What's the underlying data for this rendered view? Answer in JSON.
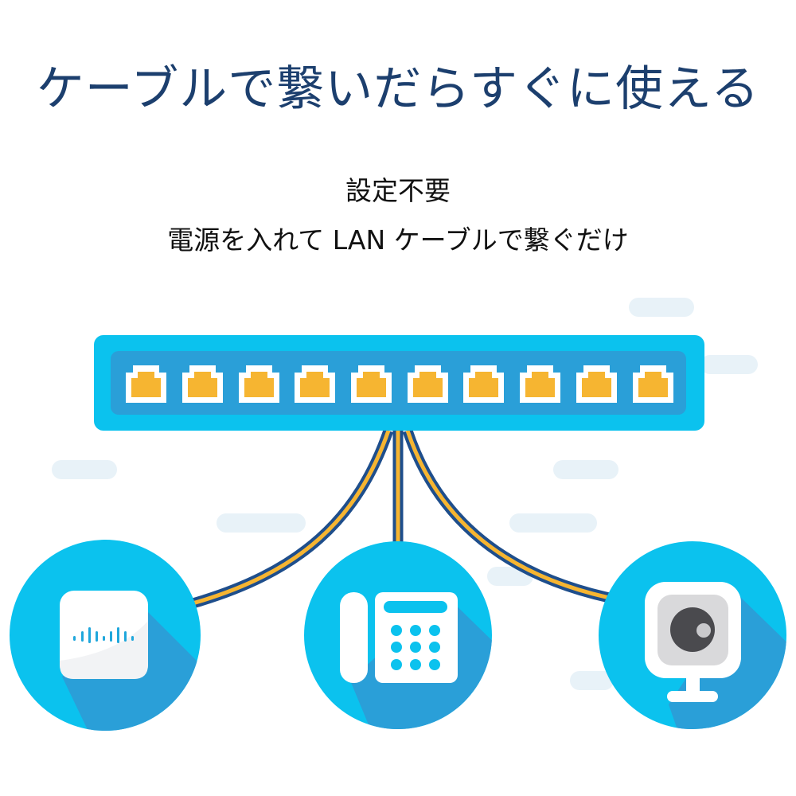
{
  "header": {
    "title": "ケーブルで繋いだらすぐに使える"
  },
  "subtitle": {
    "line1": "設定不要",
    "line2": "電源を入れて LAN ケーブルで繋ぐだけ"
  },
  "illustration": {
    "switch": {
      "name": "network-switch",
      "port_count": 10,
      "port_icon": "ethernet-port-icon"
    },
    "cables": [
      "left-cable",
      "center-cable",
      "right-cable"
    ],
    "devices": [
      {
        "name": "access-point",
        "icon": "wifi-access-point-icon"
      },
      {
        "name": "ip-phone",
        "icon": "desk-phone-icon"
      },
      {
        "name": "network-camera",
        "icon": "webcam-icon"
      }
    ]
  },
  "colors": {
    "title": "#1c3f6e",
    "text": "#111111",
    "switch_outer": "#0bc2ee",
    "switch_inner": "#2a9fd8",
    "port_fill": "#f6b531",
    "port_frame": "#ffffff",
    "cable_outer": "#1e4e8c",
    "cable_stripe": "#f6b531",
    "circle": "#0bc2ee",
    "shadow": "#2a9fd8",
    "pill": "#e8f2f8",
    "camera_body": "#d9d9db",
    "camera_lens": "#4a4a4e",
    "camera_highlight": "#c9c9cc"
  }
}
